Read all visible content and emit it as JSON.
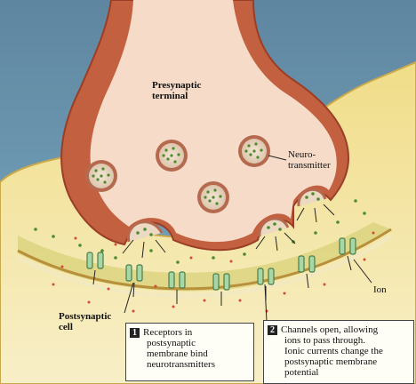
{
  "labels": {
    "presynaptic_terminal": [
      "Presynaptic",
      "terminal"
    ],
    "neurotransmitter": [
      "Neuro-",
      "transmitter"
    ],
    "ion": "Ion",
    "postsynaptic_cell": [
      "Postsynaptic",
      "cell"
    ]
  },
  "captions": [
    {
      "number": "1",
      "lines": [
        "Receptors in",
        "postsynaptic",
        "membrane bind",
        "neurotransmitters"
      ]
    },
    {
      "number": "2",
      "lines": [
        "Channels open, allowing",
        "ions to pass through.",
        "Ionic currents change the",
        "postsynaptic membrane",
        "potential"
      ]
    }
  ],
  "colors": {
    "background": "#6f9bb4",
    "presynaptic_fill": "#f6dcc8",
    "presynaptic_membrane": "#c0583a",
    "postsynaptic_fill": "#f4e7a6",
    "vesicle_fill": "#ecd9c4",
    "neurotransmitter": "#4c8c2e",
    "receptor_channel": "#a7d7a7",
    "ion": "#d24a3a"
  }
}
